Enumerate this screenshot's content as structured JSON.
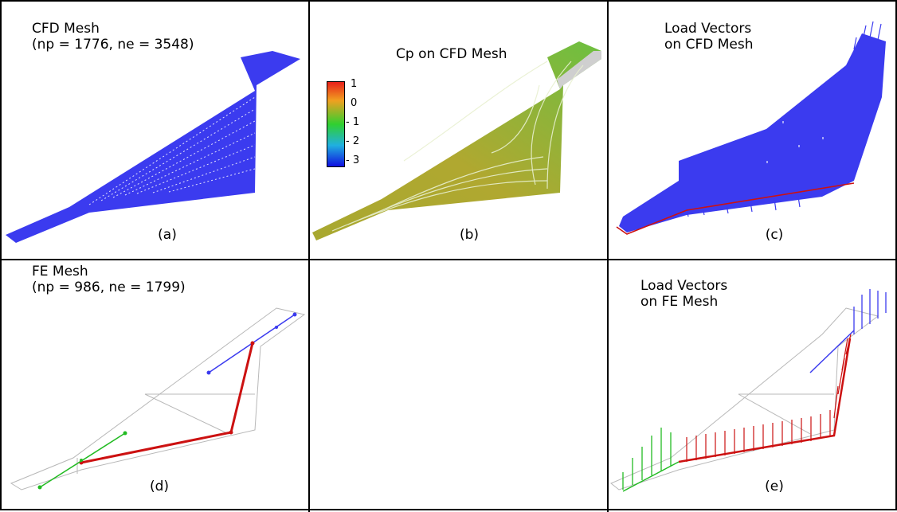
{
  "panels": {
    "a": {
      "title_line1": "CFD Mesh",
      "title_line2": "(np = 1776, ne = 3548)",
      "label": "(a)"
    },
    "b": {
      "title_line1": "Cp on CFD Mesh",
      "label": "(b)",
      "colorbar": {
        "ticks": [
          "1",
          "0",
          "- 1",
          "- 2",
          "- 3"
        ],
        "colors": [
          "#e8201a",
          "#f0a020",
          "#30d030",
          "#20b0e0",
          "#1010e0"
        ]
      }
    },
    "c": {
      "title_line1": "Load Vectors",
      "title_line2": "on CFD Mesh",
      "label": "(c)"
    },
    "d": {
      "title_line1": "FE Mesh",
      "title_line2": "(np = 986, ne = 1799)",
      "label": "(d)"
    },
    "e": {
      "title_line1": "Load Vectors",
      "title_line2": "on FE Mesh",
      "label": "(e)"
    }
  },
  "colors": {
    "mesh_blue": "#3b3bef",
    "beam_red": "#cc1111",
    "beam_green": "#22bb22",
    "outline_gray": "#b8b8b8"
  }
}
